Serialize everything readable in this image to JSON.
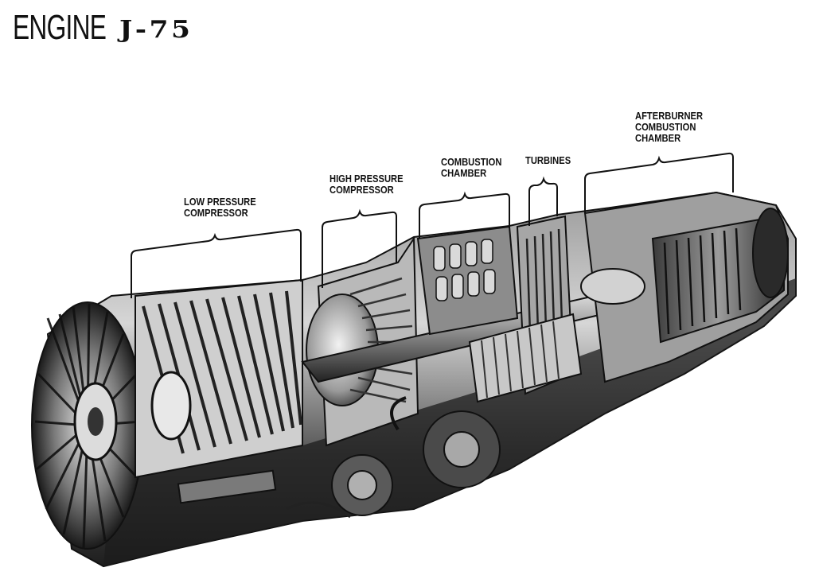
{
  "title": {
    "word": "ENGINE",
    "model": "J-75"
  },
  "labels": {
    "low_pressure_compressor": [
      "LOW PRESSURE",
      "COMPRESSOR"
    ],
    "high_pressure_compressor": [
      "HIGH PRESSURE",
      "COMPRESSOR"
    ],
    "combustion_chamber": [
      "COMBUSTION",
      "CHAMBER"
    ],
    "turbines": [
      "TURBINES"
    ],
    "afterburner_combustion_chamber": [
      "AFTERBURNER",
      "COMBUSTION",
      "CHAMBER"
    ]
  },
  "colors": {
    "ink": "#111111",
    "metal_dark": "#2b2b2b",
    "metal_mid": "#6e6e6e",
    "metal_light": "#bdbdbd",
    "paper": "#ffffff"
  }
}
